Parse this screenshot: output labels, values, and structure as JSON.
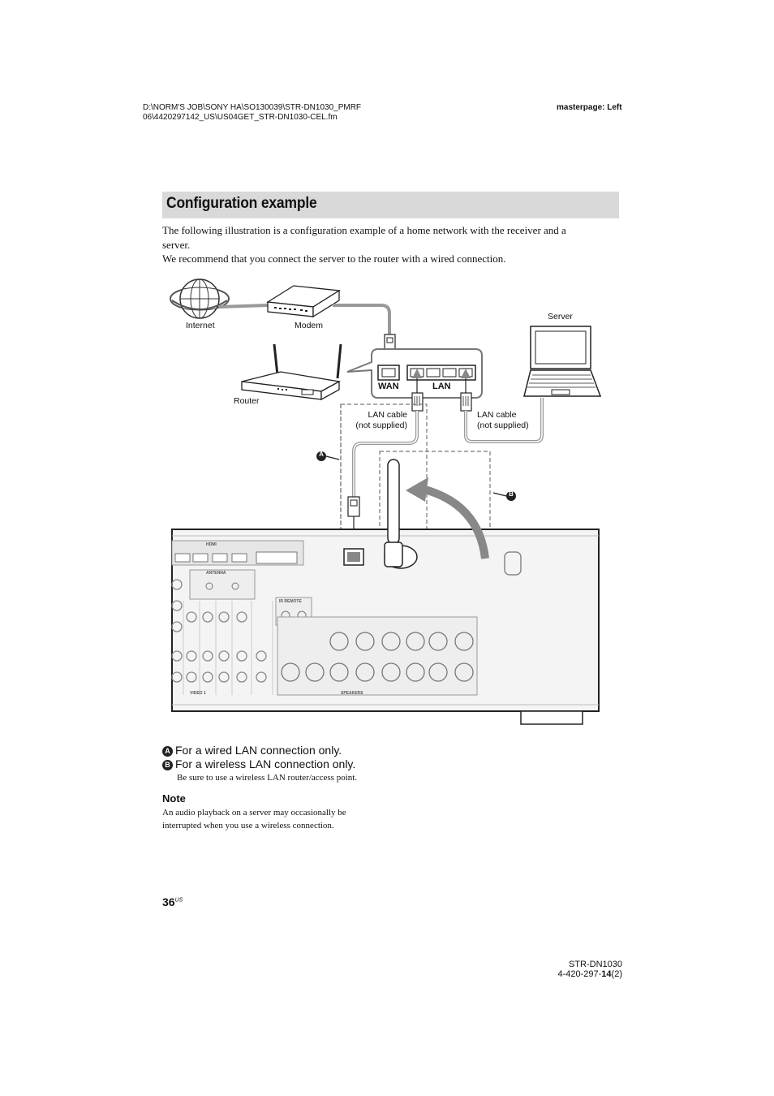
{
  "header": {
    "path_line1": "D:\\NORM'S JOB\\SONY HA\\SO130039\\STR-DN1030_PMRF",
    "path_line2": "06\\4420297142_US\\US04GET_STR-DN1030-CEL.fm",
    "masterpage": "masterpage: Left"
  },
  "section": {
    "title": "Configuration example"
  },
  "intro": {
    "line1": "The following illustration is a configuration example of a home network with the receiver and a",
    "line2": "server.",
    "line3": "We recommend that you connect the server to the router with a wired connection."
  },
  "diagram": {
    "internet": "Internet",
    "modem": "Modem",
    "router": "Router",
    "server": "Server",
    "wan": "WAN",
    "lan": "LAN",
    "cable_left_1": "LAN cable",
    "cable_left_2": "(not supplied)",
    "cable_right_1": "LAN cable",
    "cable_right_2": "(not supplied)",
    "marker_a": "A",
    "marker_b": "B",
    "panel": {
      "hdmi": "HDMI",
      "antenna": "ANTENNA",
      "ir_remote": "IR REMOTE",
      "video1": "VIDEO 1",
      "speakers": "SPEAKERS"
    }
  },
  "legend": {
    "a_letter": "A",
    "a_text": "For a wired LAN connection only.",
    "b_letter": "B",
    "b_text": "For a wireless LAN connection only.",
    "b_sub": "Be sure to use a wireless LAN router/access point."
  },
  "note": {
    "title": "Note",
    "line1": "An audio playback on a server may occasionally be",
    "line2": "interrupted when you use a wireless connection."
  },
  "page": {
    "number": "36",
    "suffix": "US"
  },
  "footer": {
    "model": "STR-DN1030",
    "part_prefix": "4-420-297-",
    "part_bold": "14",
    "part_suffix": "(2)"
  }
}
